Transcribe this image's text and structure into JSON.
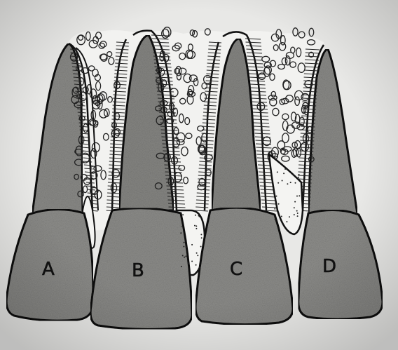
{
  "diagram": {
    "colors": {
      "paper": "#e9e9e7",
      "tooth_shade": "#8f8f8c",
      "tooth_dark": "#5f5f5c",
      "gingiva_fill": "#f1f1ef",
      "outline": "#111111"
    },
    "teeth": [
      {
        "id": "A",
        "label": "A"
      },
      {
        "id": "B",
        "label": "B"
      },
      {
        "id": "C",
        "label": "C"
      },
      {
        "id": "D",
        "label": "D"
      }
    ]
  }
}
